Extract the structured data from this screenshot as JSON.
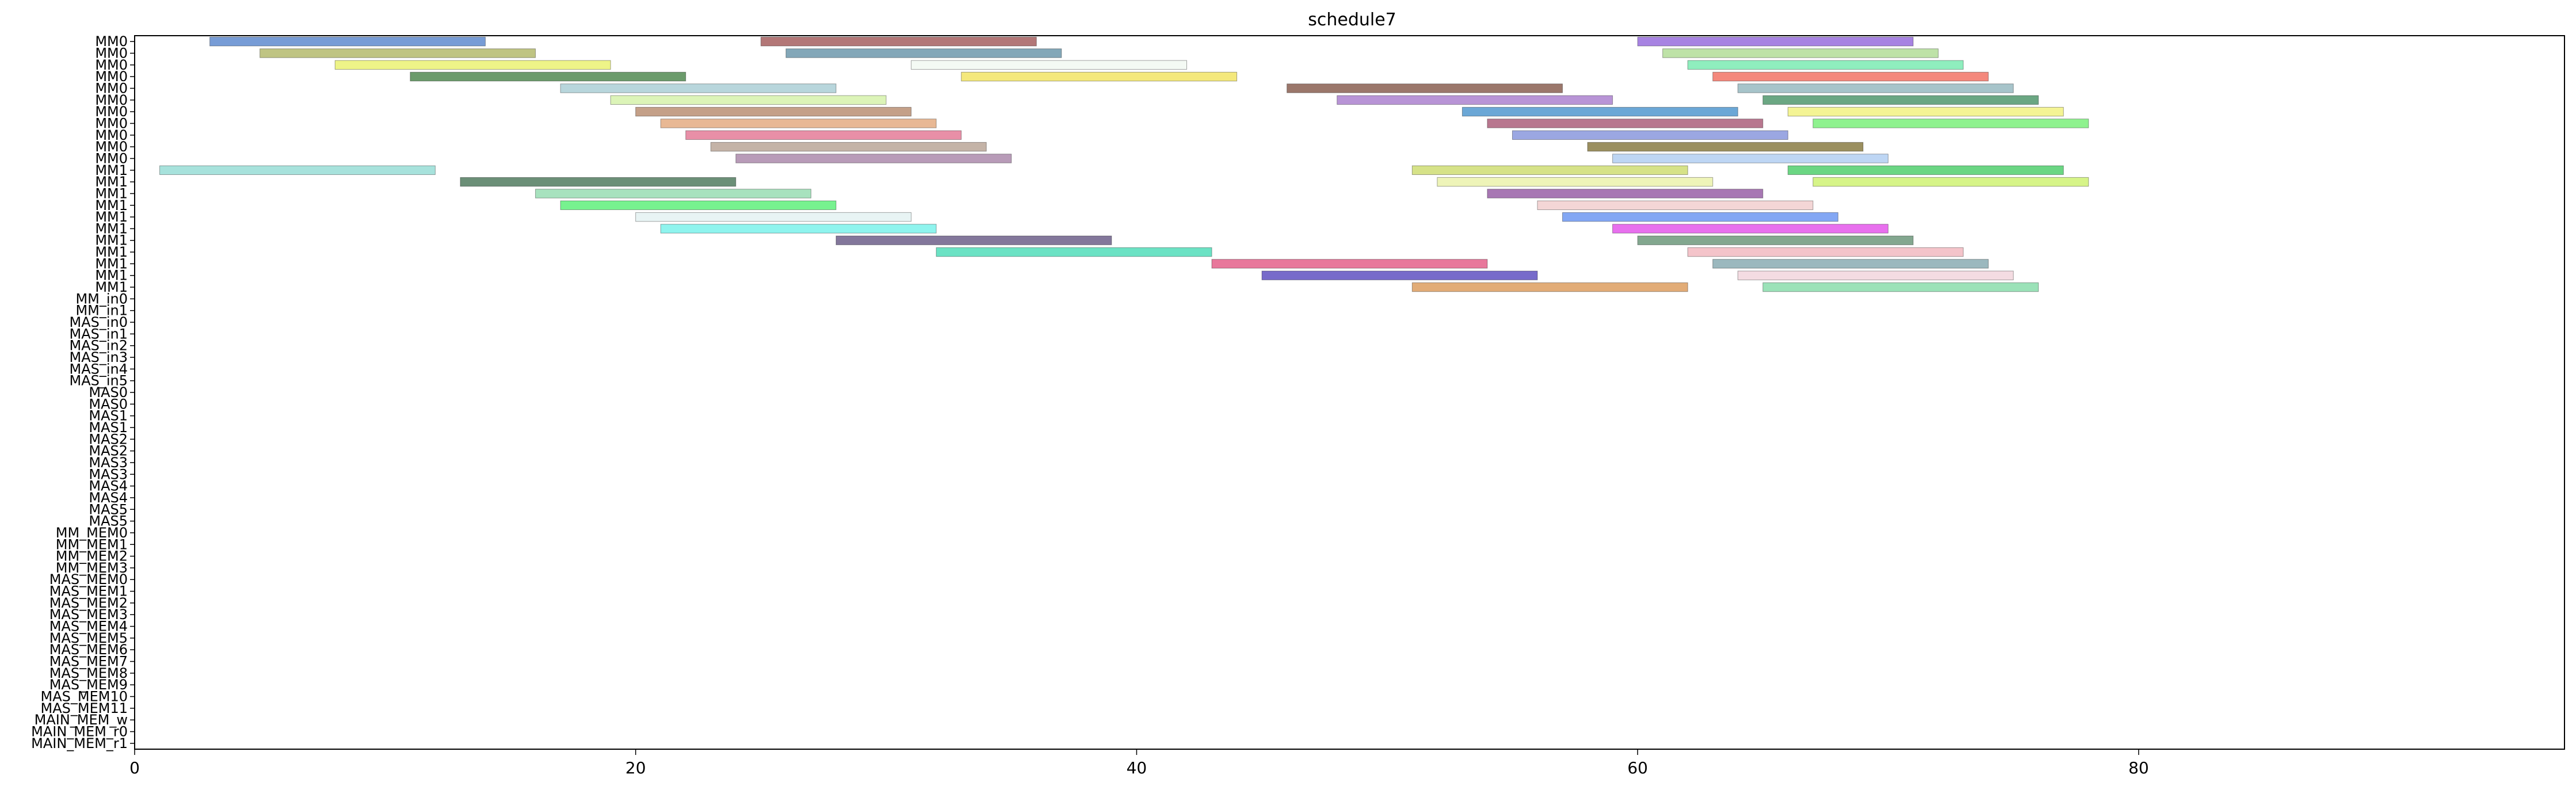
{
  "chart_data": {
    "type": "gantt",
    "title": "schedule7",
    "xlabel": "",
    "ylabel": "",
    "xlim": [
      0,
      97
    ],
    "x_ticks": [
      0,
      20,
      40,
      60,
      80
    ],
    "grid": false,
    "legend": "none",
    "rows": [
      "MM0",
      "MM0",
      "MM0",
      "MM0",
      "MM0",
      "MM0",
      "MM0",
      "MM0",
      "MM0",
      "MM0",
      "MM0",
      "MM1",
      "MM1",
      "MM1",
      "MM1",
      "MM1",
      "MM1",
      "MM1",
      "MM1",
      "MM1",
      "MM1",
      "MM1",
      "MM_in0",
      "MM_in1",
      "MAS_in0",
      "MAS_in1",
      "MAS_in2",
      "MAS_in3",
      "MAS_in4",
      "MAS_in5",
      "MAS0",
      "MAS0",
      "MAS1",
      "MAS1",
      "MAS2",
      "MAS2",
      "MAS3",
      "MAS3",
      "MAS4",
      "MAS4",
      "MAS5",
      "MAS5",
      "MM_MEM0",
      "MM_MEM1",
      "MM_MEM2",
      "MM_MEM3",
      "MAS_MEM0",
      "MAS_MEM1",
      "MAS_MEM2",
      "MAS_MEM3",
      "MAS_MEM4",
      "MAS_MEM5",
      "MAS_MEM6",
      "MAS_MEM7",
      "MAS_MEM8",
      "MAS_MEM9",
      "MAS_MEM10",
      "MAS_MEM11",
      "MAIN_MEM_w",
      "MAIN_MEM_r0",
      "MAIN_MEM_r1"
    ],
    "tasks": [
      {
        "row": 0,
        "start": 3,
        "end": 14,
        "color": "#4a7bc8"
      },
      {
        "row": 0,
        "start": 25,
        "end": 36,
        "color": "#9a4a4a"
      },
      {
        "row": 0,
        "start": 60,
        "end": 71,
        "color": "#8a5ad8"
      },
      {
        "row": 1,
        "start": 5,
        "end": 16,
        "color": "#aab05a"
      },
      {
        "row": 1,
        "start": 26,
        "end": 37,
        "color": "#5a8aa0"
      },
      {
        "row": 1,
        "start": 61,
        "end": 72,
        "color": "#a8d88a"
      },
      {
        "row": 2,
        "start": 8,
        "end": 19,
        "color": "#e8f060"
      },
      {
        "row": 2,
        "start": 31,
        "end": 42,
        "color": "#f0f8f0"
      },
      {
        "row": 2,
        "start": 62,
        "end": 73,
        "color": "#6ae8a8"
      },
      {
        "row": 3,
        "start": 11,
        "end": 22,
        "color": "#3a7a3a"
      },
      {
        "row": 3,
        "start": 33,
        "end": 44,
        "color": "#f0e050"
      },
      {
        "row": 3,
        "start": 63,
        "end": 74,
        "color": "#f06050"
      },
      {
        "row": 4,
        "start": 17,
        "end": 28,
        "color": "#a0c8d0"
      },
      {
        "row": 4,
        "start": 46,
        "end": 57,
        "color": "#7a4a3a"
      },
      {
        "row": 4,
        "start": 64,
        "end": 75,
        "color": "#8ab0b8"
      },
      {
        "row": 5,
        "start": 19,
        "end": 30,
        "color": "#d0f0a0"
      },
      {
        "row": 5,
        "start": 48,
        "end": 59,
        "color": "#a070c8"
      },
      {
        "row": 5,
        "start": 65,
        "end": 76,
        "color": "#3a8a5a"
      },
      {
        "row": 6,
        "start": 20,
        "end": 31,
        "color": "#b08060"
      },
      {
        "row": 6,
        "start": 53,
        "end": 64,
        "color": "#3a8ac8"
      },
      {
        "row": 6,
        "start": 66,
        "end": 77,
        "color": "#f0f070"
      },
      {
        "row": 7,
        "start": 21,
        "end": 32,
        "color": "#e0a070"
      },
      {
        "row": 7,
        "start": 54,
        "end": 65,
        "color": "#a04a6a"
      },
      {
        "row": 7,
        "start": 67,
        "end": 78,
        "color": "#6aee6a"
      },
      {
        "row": 8,
        "start": 22,
        "end": 33,
        "color": "#e06a8a"
      },
      {
        "row": 8,
        "start": 55,
        "end": 66,
        "color": "#7a8ad8"
      },
      {
        "row": 9,
        "start": 23,
        "end": 34,
        "color": "#b09a8a"
      },
      {
        "row": 9,
        "start": 58,
        "end": 69,
        "color": "#7a6a2a"
      },
      {
        "row": 10,
        "start": 24,
        "end": 35,
        "color": "#a07aa0"
      },
      {
        "row": 10,
        "start": 59,
        "end": 70,
        "color": "#a8c8f0"
      },
      {
        "row": 11,
        "start": 1,
        "end": 12,
        "color": "#8ad8d0"
      },
      {
        "row": 11,
        "start": 51,
        "end": 62,
        "color": "#c8d860"
      },
      {
        "row": 11,
        "start": 66,
        "end": 77,
        "color": "#3ac85a"
      },
      {
        "row": 12,
        "start": 13,
        "end": 24,
        "color": "#3a6a4a"
      },
      {
        "row": 12,
        "start": 52,
        "end": 63,
        "color": "#e8f0a0"
      },
      {
        "row": 12,
        "start": 67,
        "end": 78,
        "color": "#c8f060"
      },
      {
        "row": 13,
        "start": 16,
        "end": 27,
        "color": "#8ad8a8"
      },
      {
        "row": 13,
        "start": 54,
        "end": 65,
        "color": "#8a4a9a"
      },
      {
        "row": 14,
        "start": 17,
        "end": 28,
        "color": "#4aee6a"
      },
      {
        "row": 14,
        "start": 56,
        "end": 67,
        "color": "#f0c8c8"
      },
      {
        "row": 15,
        "start": 20,
        "end": 31,
        "color": "#e0f0f0"
      },
      {
        "row": 15,
        "start": 57,
        "end": 68,
        "color": "#5a8af0"
      },
      {
        "row": 16,
        "start": 21,
        "end": 32,
        "color": "#6af0e8"
      },
      {
        "row": 16,
        "start": 59,
        "end": 70,
        "color": "#e040e8"
      },
      {
        "row": 17,
        "start": 28,
        "end": 39,
        "color": "#5a4a7a"
      },
      {
        "row": 17,
        "start": 60,
        "end": 71,
        "color": "#5a8a6a"
      },
      {
        "row": 18,
        "start": 32,
        "end": 43,
        "color": "#3ad8b0"
      },
      {
        "row": 18,
        "start": 62,
        "end": 73,
        "color": "#f0b0b8"
      },
      {
        "row": 19,
        "start": 43,
        "end": 54,
        "color": "#e04a7a"
      },
      {
        "row": 19,
        "start": 63,
        "end": 74,
        "color": "#7aa0a8"
      },
      {
        "row": 20,
        "start": 45,
        "end": 56,
        "color": "#4a3ab8"
      },
      {
        "row": 20,
        "start": 64,
        "end": 75,
        "color": "#f0d0d8"
      },
      {
        "row": 21,
        "start": 51,
        "end": 62,
        "color": "#d8904a"
      },
      {
        "row": 21,
        "start": 65,
        "end": 76,
        "color": "#7ad8a0"
      }
    ]
  }
}
